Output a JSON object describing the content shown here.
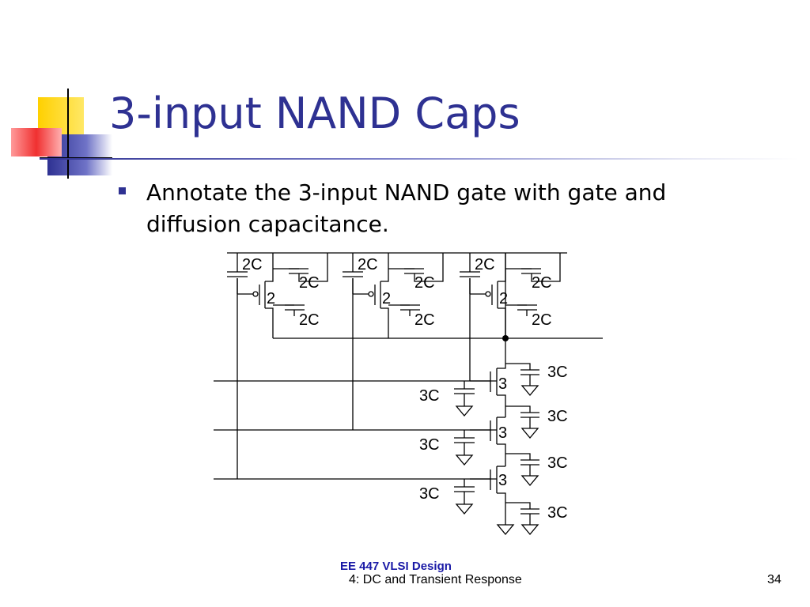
{
  "slide": {
    "title": "3-input NAND Caps",
    "bullet": "Annotate the 3-input NAND gate with gate and diffusion capacitance."
  },
  "colors": {
    "title": "#2E3192",
    "logo_yellow": "#FFD000",
    "logo_red": "#F03030",
    "logo_blue": "#2E3192",
    "footer_course": "#1a1aa6"
  },
  "circuit": {
    "pmos_width_label": "2",
    "nmos_width_label": "3",
    "pmos_gate_cap": "2C",
    "pmos_diff_cap": "2C",
    "nmos_diff_cap": "3C",
    "nmos_gate_cap": "3C"
  },
  "footer": {
    "course": "EE 447 VLSI Design",
    "section": "4: DC and Transient Response",
    "page": "34"
  }
}
